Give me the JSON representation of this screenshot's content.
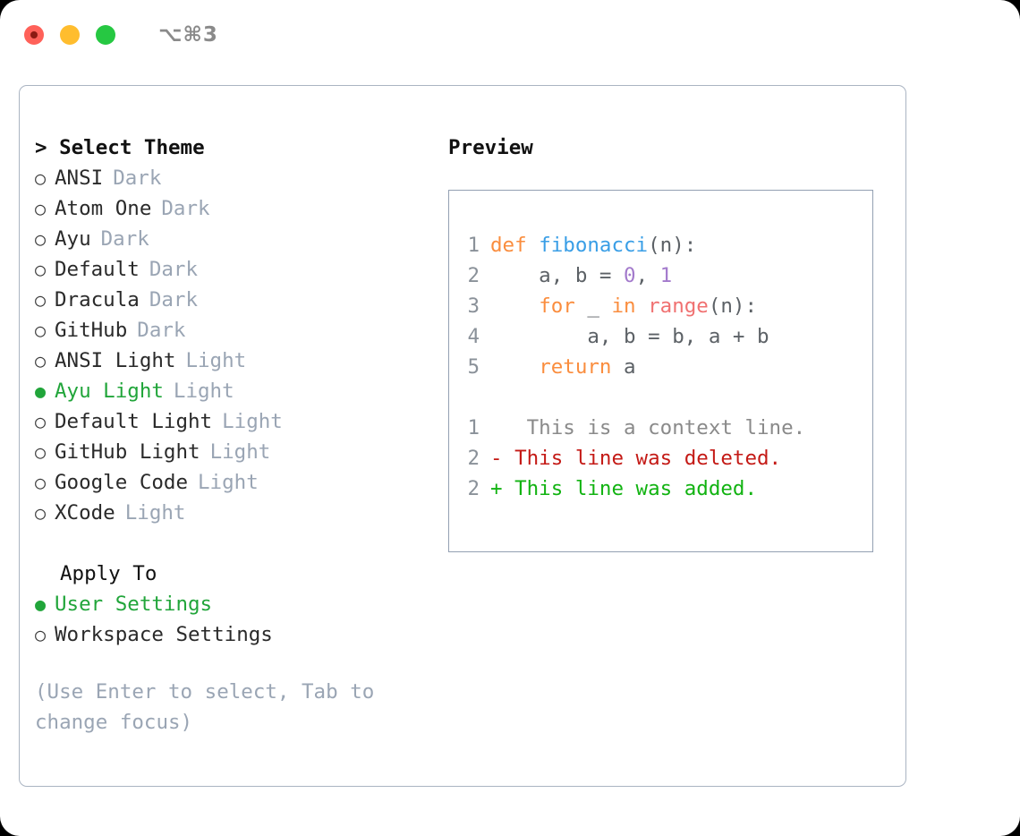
{
  "titlebar": {
    "shortcut": "⌥⌘3",
    "lights": [
      {
        "name": "close",
        "color": "#ff6159"
      },
      {
        "name": "minimize",
        "color": "#ffbd2e"
      },
      {
        "name": "zoom",
        "color": "#26c842"
      }
    ]
  },
  "theme_list": {
    "header": "> Select Theme",
    "options": [
      {
        "bullet": "○",
        "name": "ANSI",
        "tag": "Dark",
        "selected": false
      },
      {
        "bullet": "○",
        "name": "Atom One",
        "tag": "Dark",
        "selected": false
      },
      {
        "bullet": "○",
        "name": "Ayu",
        "tag": "Dark",
        "selected": false
      },
      {
        "bullet": "○",
        "name": "Default",
        "tag": "Dark",
        "selected": false
      },
      {
        "bullet": "○",
        "name": "Dracula",
        "tag": "Dark",
        "selected": false
      },
      {
        "bullet": "○",
        "name": "GitHub",
        "tag": "Dark",
        "selected": false
      },
      {
        "bullet": "○",
        "name": "ANSI Light",
        "tag": "Light",
        "selected": false
      },
      {
        "bullet": "●",
        "name": "Ayu Light",
        "tag": "Light",
        "selected": true
      },
      {
        "bullet": "○",
        "name": "Default Light",
        "tag": "Light",
        "selected": false
      },
      {
        "bullet": "○",
        "name": "GitHub Light",
        "tag": "Light",
        "selected": false
      },
      {
        "bullet": "○",
        "name": "Google Code",
        "tag": "Light",
        "selected": false
      },
      {
        "bullet": "○",
        "name": "XCode",
        "tag": "Light",
        "selected": false
      }
    ]
  },
  "apply_to": {
    "header": "Apply To",
    "options": [
      {
        "bullet": "●",
        "name": "User Settings",
        "selected": true
      },
      {
        "bullet": "○",
        "name": "Workspace Settings",
        "selected": false
      }
    ]
  },
  "hint": "(Use Enter to select, Tab to change focus)",
  "preview": {
    "header": "Preview",
    "code_lines": [
      {
        "number": "1",
        "tokens": [
          {
            "text": "def ",
            "type": "keyword"
          },
          {
            "text": "fibonacci",
            "type": "function"
          },
          {
            "text": "(n):",
            "type": "plain"
          }
        ]
      },
      {
        "number": "2",
        "tokens": [
          {
            "text": "    a, b = ",
            "type": "plain"
          },
          {
            "text": "0",
            "type": "number"
          },
          {
            "text": ", ",
            "type": "plain"
          },
          {
            "text": "1",
            "type": "number"
          }
        ]
      },
      {
        "number": "3",
        "tokens": [
          {
            "text": "    ",
            "type": "plain"
          },
          {
            "text": "for",
            "type": "keyword"
          },
          {
            "text": " _ ",
            "type": "plain"
          },
          {
            "text": "in",
            "type": "keyword"
          },
          {
            "text": " ",
            "type": "plain"
          },
          {
            "text": "range",
            "type": "call"
          },
          {
            "text": "(n):",
            "type": "plain"
          }
        ]
      },
      {
        "number": "4",
        "tokens": [
          {
            "text": "        a, b = b, a + b",
            "type": "plain"
          }
        ]
      },
      {
        "number": "5",
        "tokens": [
          {
            "text": "    ",
            "type": "plain"
          },
          {
            "text": "return",
            "type": "keyword"
          },
          {
            "text": " a",
            "type": "plain"
          }
        ]
      }
    ],
    "diff_lines": [
      {
        "number": "1",
        "marker": " ",
        "text": "  This is a context line.",
        "type": "context"
      },
      {
        "number": "2",
        "marker": "-",
        "text": " This line was deleted.",
        "type": "deleted"
      },
      {
        "number": "2",
        "marker": "+",
        "text": " This line was added.",
        "type": "added"
      }
    ]
  },
  "colors": {
    "accent_green": "#21a53a",
    "muted": "#9aa5b4",
    "border": "#aab4c2",
    "code_border": "#93a0b2",
    "keyword": "#fa8d3e",
    "function": "#399ee6",
    "number": "#a37acc",
    "call": "#f07171",
    "plain": "#5c6166",
    "gutter": "#8a9199",
    "diff_context": "#8a8a8a",
    "diff_deleted": "#c41a16",
    "diff_added": "#12b312"
  }
}
